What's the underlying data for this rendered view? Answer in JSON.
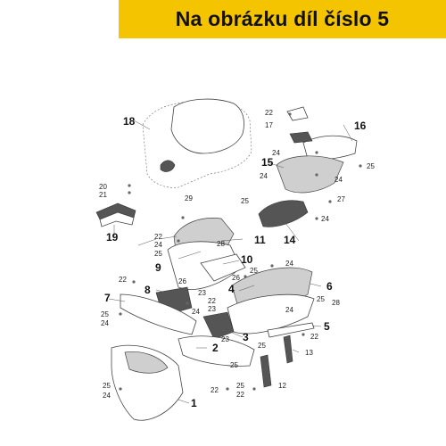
{
  "banner": {
    "text": "Na obrázku díl číslo 5",
    "color": "#f5c400"
  },
  "callouts_big": [
    "18",
    "16",
    "15",
    "19",
    "14",
    "11",
    "9",
    "10",
    "8",
    "4",
    "6",
    "7",
    "5",
    "3",
    "2",
    "1"
  ],
  "callouts_small": [
    "22",
    "17",
    "24",
    "25",
    "24",
    "20",
    "21",
    "29",
    "25",
    "27",
    "24",
    "24",
    "22",
    "24",
    "25",
    "28",
    "26",
    "22",
    "24",
    "25",
    "23",
    "26",
    "22",
    "23",
    "25",
    "24",
    "24",
    "28",
    "25",
    "24",
    "22",
    "25",
    "13",
    "23",
    "25",
    "25",
    "22",
    "24",
    "25",
    "22",
    "12"
  ]
}
